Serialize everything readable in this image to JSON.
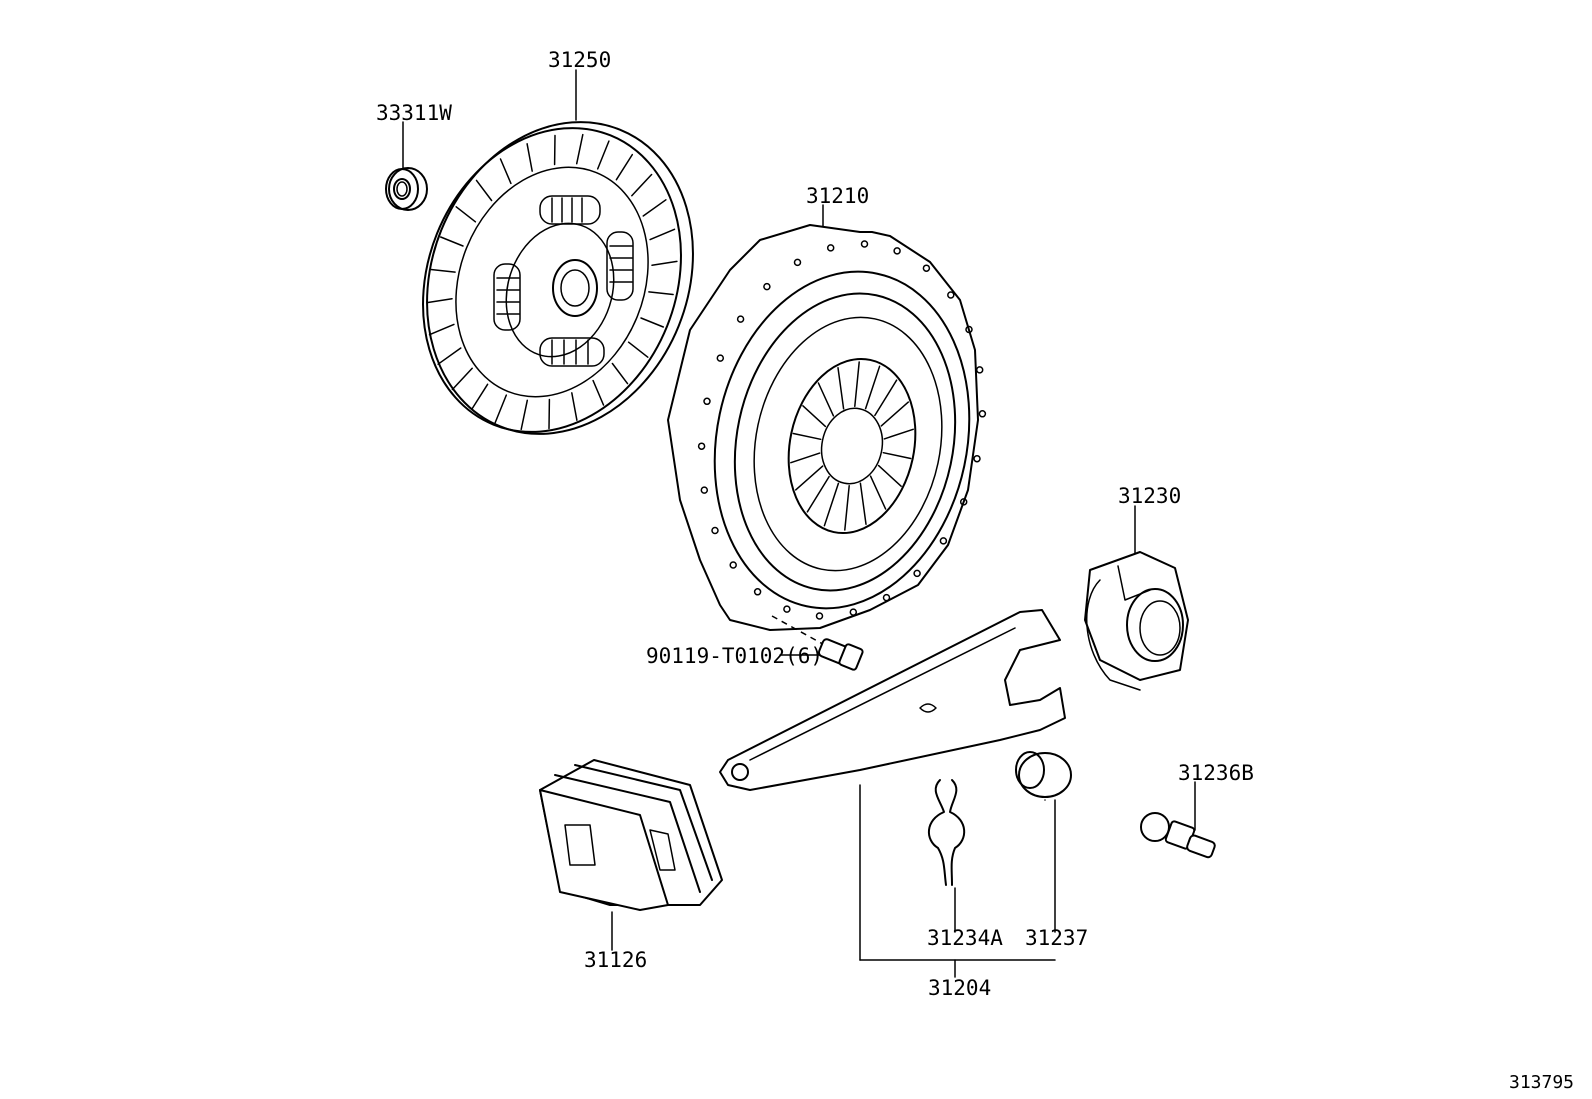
{
  "labels": {
    "p33311W": "33311W",
    "p31250": "31250",
    "p31210": "31210",
    "p31230": "31230",
    "p90119": "90119-T0102(6)",
    "p31236B": "31236B",
    "p31126": "31126",
    "p31234A": "31234A",
    "p31237": "31237",
    "p31204": "31204"
  },
  "diagram_id": "313795"
}
